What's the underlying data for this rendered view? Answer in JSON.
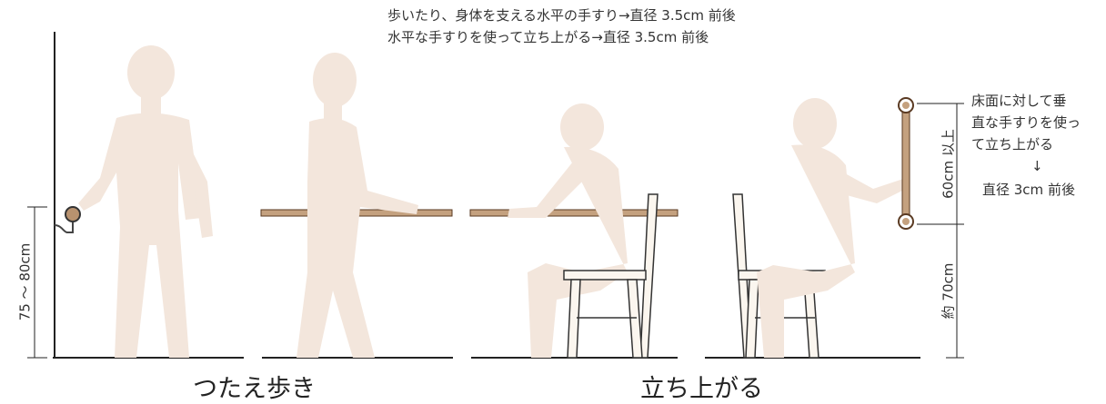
{
  "notes": {
    "horizontal_walk": "歩いたり、身体を支える水平の手すり→直径 3.5cm 前後",
    "horizontal_stand": "水平な手すりを使って立ち上がる→直径 3.5cm 前後",
    "vertical_line1": "床面に対して垂",
    "vertical_line2": "直な手すりを使っ",
    "vertical_line3": "て立ち上がる",
    "vertical_arrow": "↓",
    "vertical_line4": "直径 3cm 前後"
  },
  "dimensions": {
    "wall_rail_height": "75 ～ 80cm",
    "vertical_rail_length": "60cm 以上",
    "vertical_rail_bottom": "約 70cm"
  },
  "captions": {
    "walking": "つたえ歩き",
    "standing": "立ち上がる"
  },
  "colors": {
    "figure": "#f3e6dc",
    "rail": "#b8926f",
    "rail_dark": "#5a3a22",
    "chair_fill": "#fbf6ef",
    "chair_stroke": "#333333",
    "line": "#222222"
  }
}
